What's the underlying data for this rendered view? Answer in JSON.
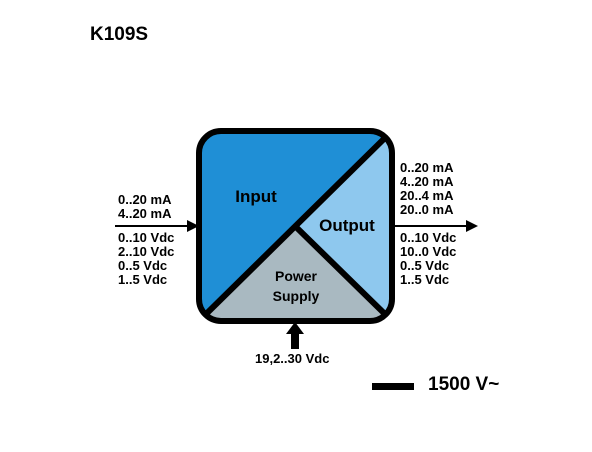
{
  "title": "K109S",
  "blocks": {
    "input": "Input",
    "output": "Output",
    "power_line1": "Power",
    "power_line2": "Supply"
  },
  "input_signals": [
    "0..20 mA",
    "4..20 mA",
    "0..10 Vdc",
    "2..10 Vdc",
    "0..5 Vdc",
    "1..5 Vdc"
  ],
  "output_signals": [
    "0..20 mA",
    "4..20 mA",
    "20..4 mA",
    "20..0 mA",
    "0..10 Vdc",
    "10..0 Vdc",
    "0..5 Vdc",
    "1..5 Vdc"
  ],
  "supply": "19,2..30 Vdc",
  "isolation": "1500 V~",
  "colors": {
    "input": "#1f8fd6",
    "output": "#8ec8ee",
    "power": "#a9b9c1",
    "border": "#000000"
  }
}
